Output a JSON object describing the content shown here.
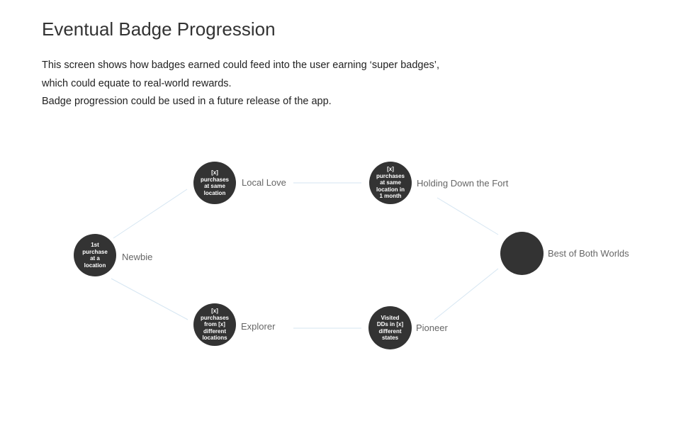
{
  "page": {
    "title": "Eventual Badge Progression",
    "description": [
      "This screen shows how badges earned could feed into the user earning ‘super badges’,",
      "which could equate to real-world rewards.",
      "Badge progression could be used in a future release of the app."
    ]
  },
  "badges": {
    "newbie": {
      "name": "Newbie",
      "criteria": "1st purchase at a location"
    },
    "local_love": {
      "name": "Local Love",
      "criteria": "[x] purchases at same location"
    },
    "holding_down_the_fort": {
      "name": "Holding Down the Fort",
      "criteria": "[x] purchases at same location in 1 month"
    },
    "explorer": {
      "name": "Explorer",
      "criteria": "[x] purchases from [x] different locations"
    },
    "pioneer": {
      "name": "Pioneer",
      "criteria": "Visited DDs in [x] different states"
    },
    "best_of_both_worlds": {
      "name": "Best of Both Worlds",
      "criteria": ""
    }
  },
  "colors": {
    "node_fill": "#333333",
    "node_text": "#ffffff",
    "connector": "#d6e6f2",
    "label_text": "#666666"
  }
}
